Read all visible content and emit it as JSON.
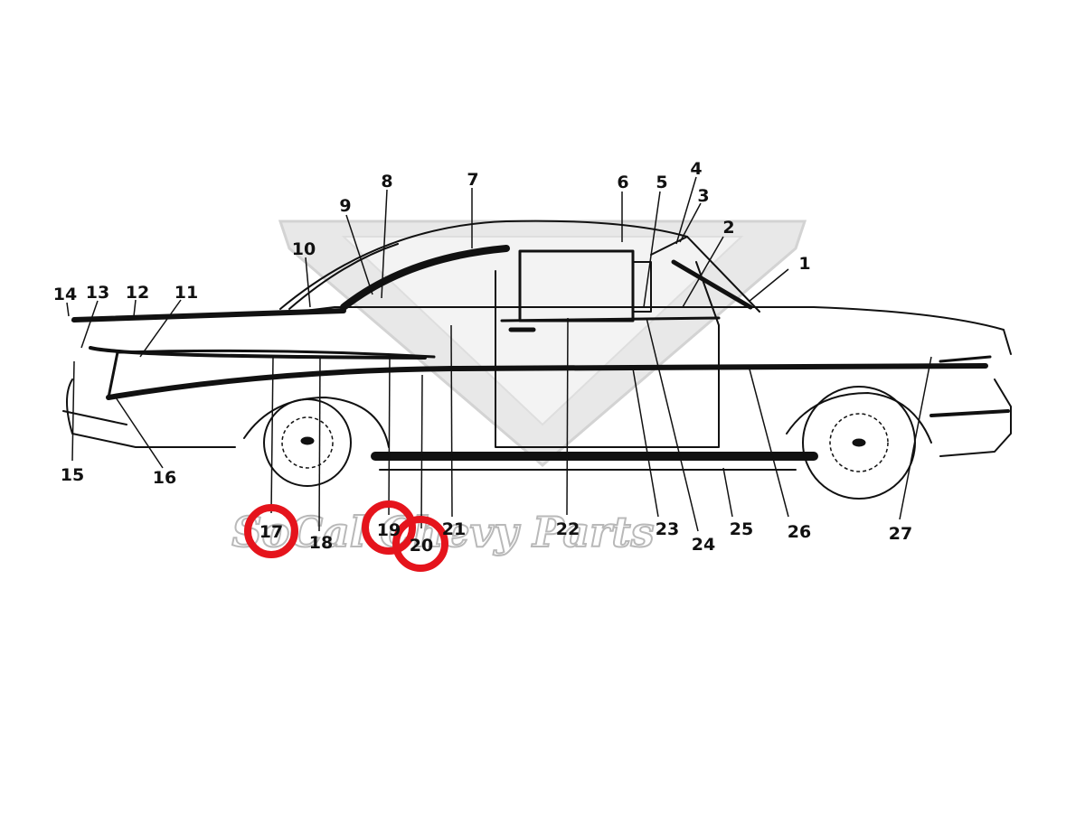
{
  "diagram": {
    "subject": "car-body-molding-callout-diagram",
    "colors": {
      "ink": "#111111",
      "highlight": "#e5141c",
      "watermark": "#c8c8c8"
    },
    "highlighted_callouts": [
      "17",
      "19",
      "20"
    ],
    "callouts": [
      {
        "id": "1",
        "label": "1"
      },
      {
        "id": "2",
        "label": "2"
      },
      {
        "id": "3",
        "label": "3"
      },
      {
        "id": "4",
        "label": "4"
      },
      {
        "id": "5",
        "label": "5"
      },
      {
        "id": "6",
        "label": "6"
      },
      {
        "id": "7",
        "label": "7"
      },
      {
        "id": "8",
        "label": "8"
      },
      {
        "id": "9",
        "label": "9"
      },
      {
        "id": "10",
        "label": "10"
      },
      {
        "id": "11",
        "label": "11"
      },
      {
        "id": "12",
        "label": "12"
      },
      {
        "id": "13",
        "label": "13"
      },
      {
        "id": "14",
        "label": "14"
      },
      {
        "id": "15",
        "label": "15"
      },
      {
        "id": "16",
        "label": "16"
      },
      {
        "id": "17",
        "label": "17"
      },
      {
        "id": "18",
        "label": "18"
      },
      {
        "id": "19",
        "label": "19"
      },
      {
        "id": "20",
        "label": "20"
      },
      {
        "id": "21",
        "label": "21"
      },
      {
        "id": "22",
        "label": "22"
      },
      {
        "id": "23",
        "label": "23"
      },
      {
        "id": "24",
        "label": "24"
      },
      {
        "id": "25",
        "label": "25"
      },
      {
        "id": "26",
        "label": "26"
      },
      {
        "id": "27",
        "label": "27"
      }
    ]
  },
  "watermark": {
    "text": "SoCal Chevy Parts"
  }
}
